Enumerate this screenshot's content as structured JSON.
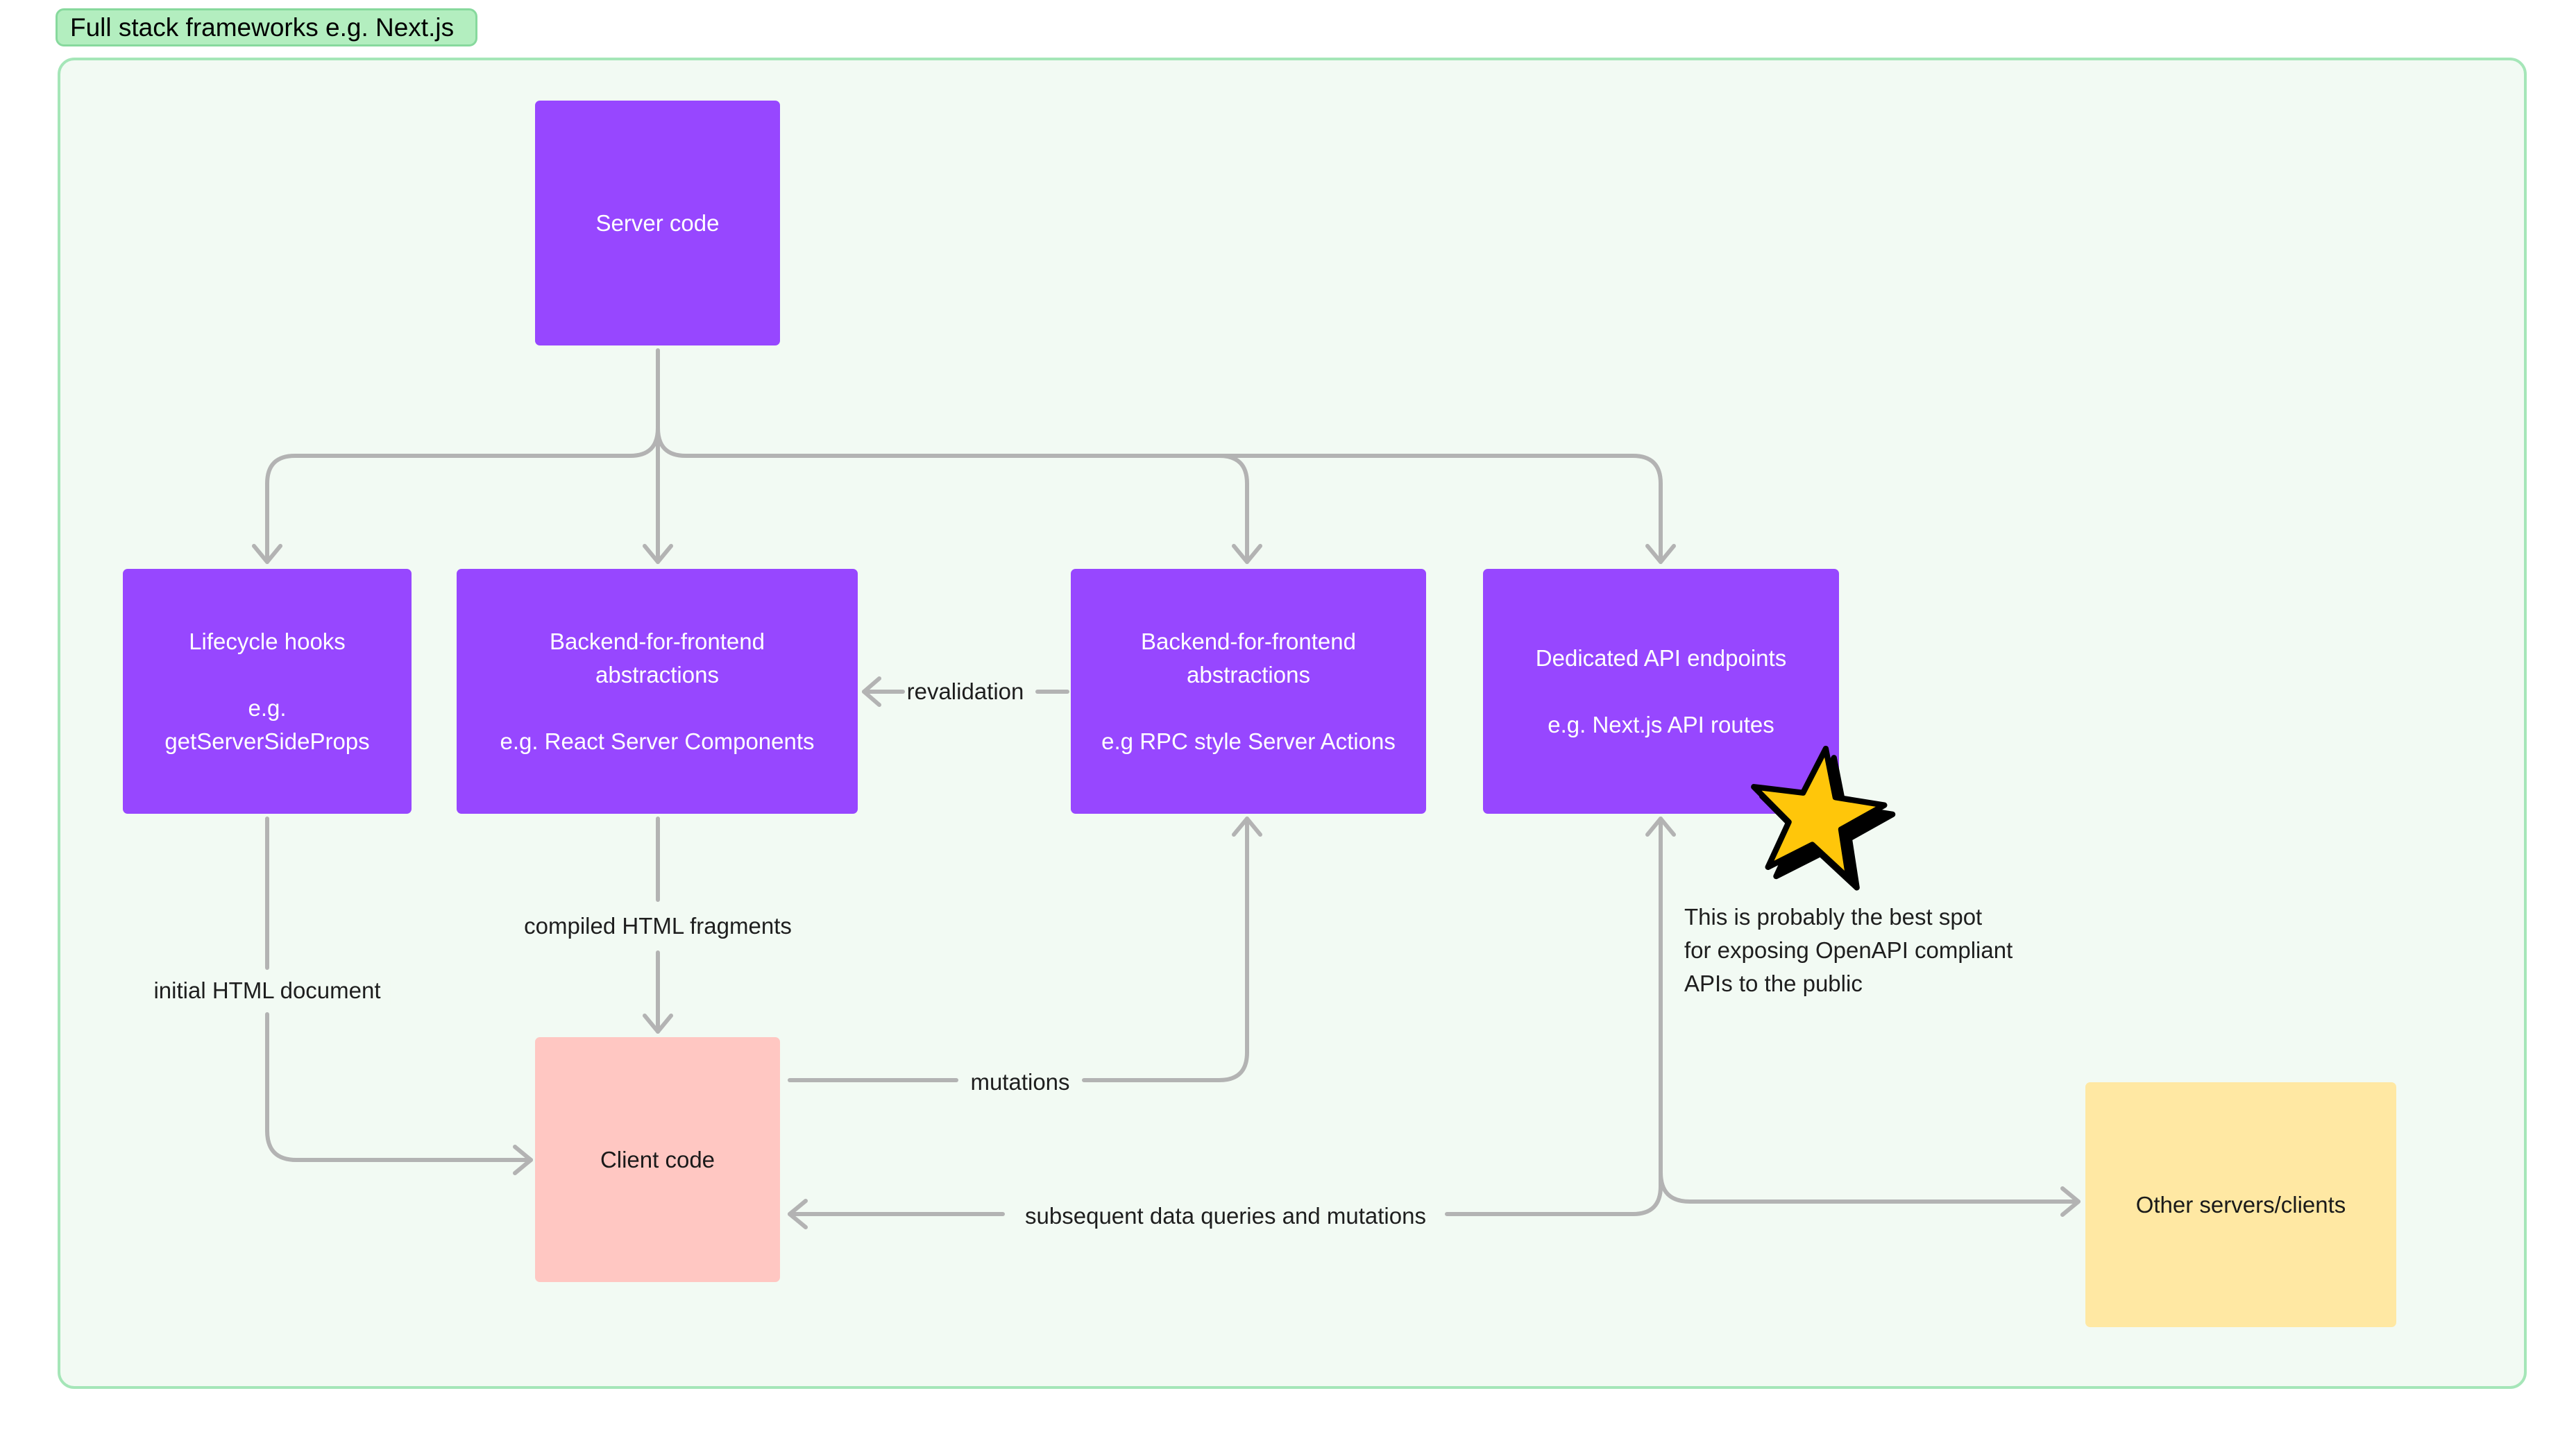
{
  "section": {
    "title": "Full stack frameworks e.g. Next.js"
  },
  "nodes": {
    "server": {
      "label": "Server code"
    },
    "lifecycle": {
      "line1": "Lifecycle hooks",
      "line2": "e.g.",
      "line3": "getServerSideProps"
    },
    "bff_rsc": {
      "line1": "Backend-for-frontend",
      "line2": "abstractions",
      "line3": "e.g. React Server Components"
    },
    "bff_actions": {
      "line1": "Backend-for-frontend",
      "line2": "abstractions",
      "line3": "e.g RPC style Server Actions"
    },
    "api": {
      "line1": "Dedicated API endpoints",
      "line2": "e.g. Next.js API routes"
    },
    "client": {
      "label": "Client code"
    },
    "other": {
      "label": "Other servers/clients"
    }
  },
  "edges": {
    "revalidation": "revalidation",
    "compiled_html": "compiled HTML fragments",
    "initial_html": "initial HTML document",
    "mutations": "mutations",
    "subsequent": "subsequent data queries and mutations"
  },
  "note": {
    "line1": "This is probably the best spot",
    "line2": "for exposing OpenAPI compliant",
    "line3": "APIs to the public"
  },
  "colors": {
    "section_fill": "#f2faf3",
    "section_border": "#a5e6b8",
    "purple_node": "#9747ff",
    "client_node": "#ffc7c2",
    "other_node": "#ffe8a3",
    "connector": "#b3b3b3",
    "star_fill": "#ffc60a"
  },
  "icons": {
    "highlight": "star-icon"
  }
}
